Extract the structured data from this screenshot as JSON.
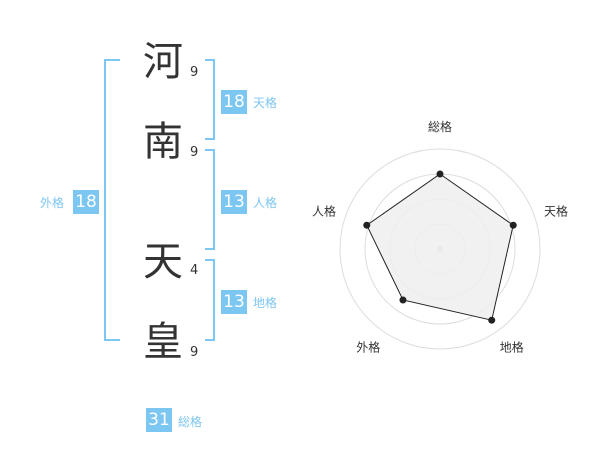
{
  "name": {
    "chars": [
      {
        "char": "河",
        "strokes": "9"
      },
      {
        "char": "南",
        "strokes": "9"
      },
      {
        "char": "天",
        "strokes": "4"
      },
      {
        "char": "皇",
        "strokes": "9"
      }
    ]
  },
  "kaku": {
    "tenkaku": {
      "value": "18",
      "label": "天格"
    },
    "jinkaku": {
      "value": "13",
      "label": "人格"
    },
    "chikaku": {
      "value": "13",
      "label": "地格"
    },
    "gaikaku": {
      "value": "18",
      "label": "外格"
    },
    "soukaku": {
      "value": "31",
      "label": "総格"
    }
  },
  "colors": {
    "accent": "#7cc6f2",
    "text": "#333333",
    "radar_fill": "#eeeeee",
    "radar_line": "#222222",
    "grid": "#dddddd"
  },
  "chart_data": {
    "type": "radar",
    "axes": [
      "総格",
      "天格",
      "地格",
      "外格",
      "人格"
    ],
    "values": [
      0.75,
      0.77,
      0.88,
      0.63,
      0.77
    ],
    "max": 1,
    "rings": 4
  }
}
